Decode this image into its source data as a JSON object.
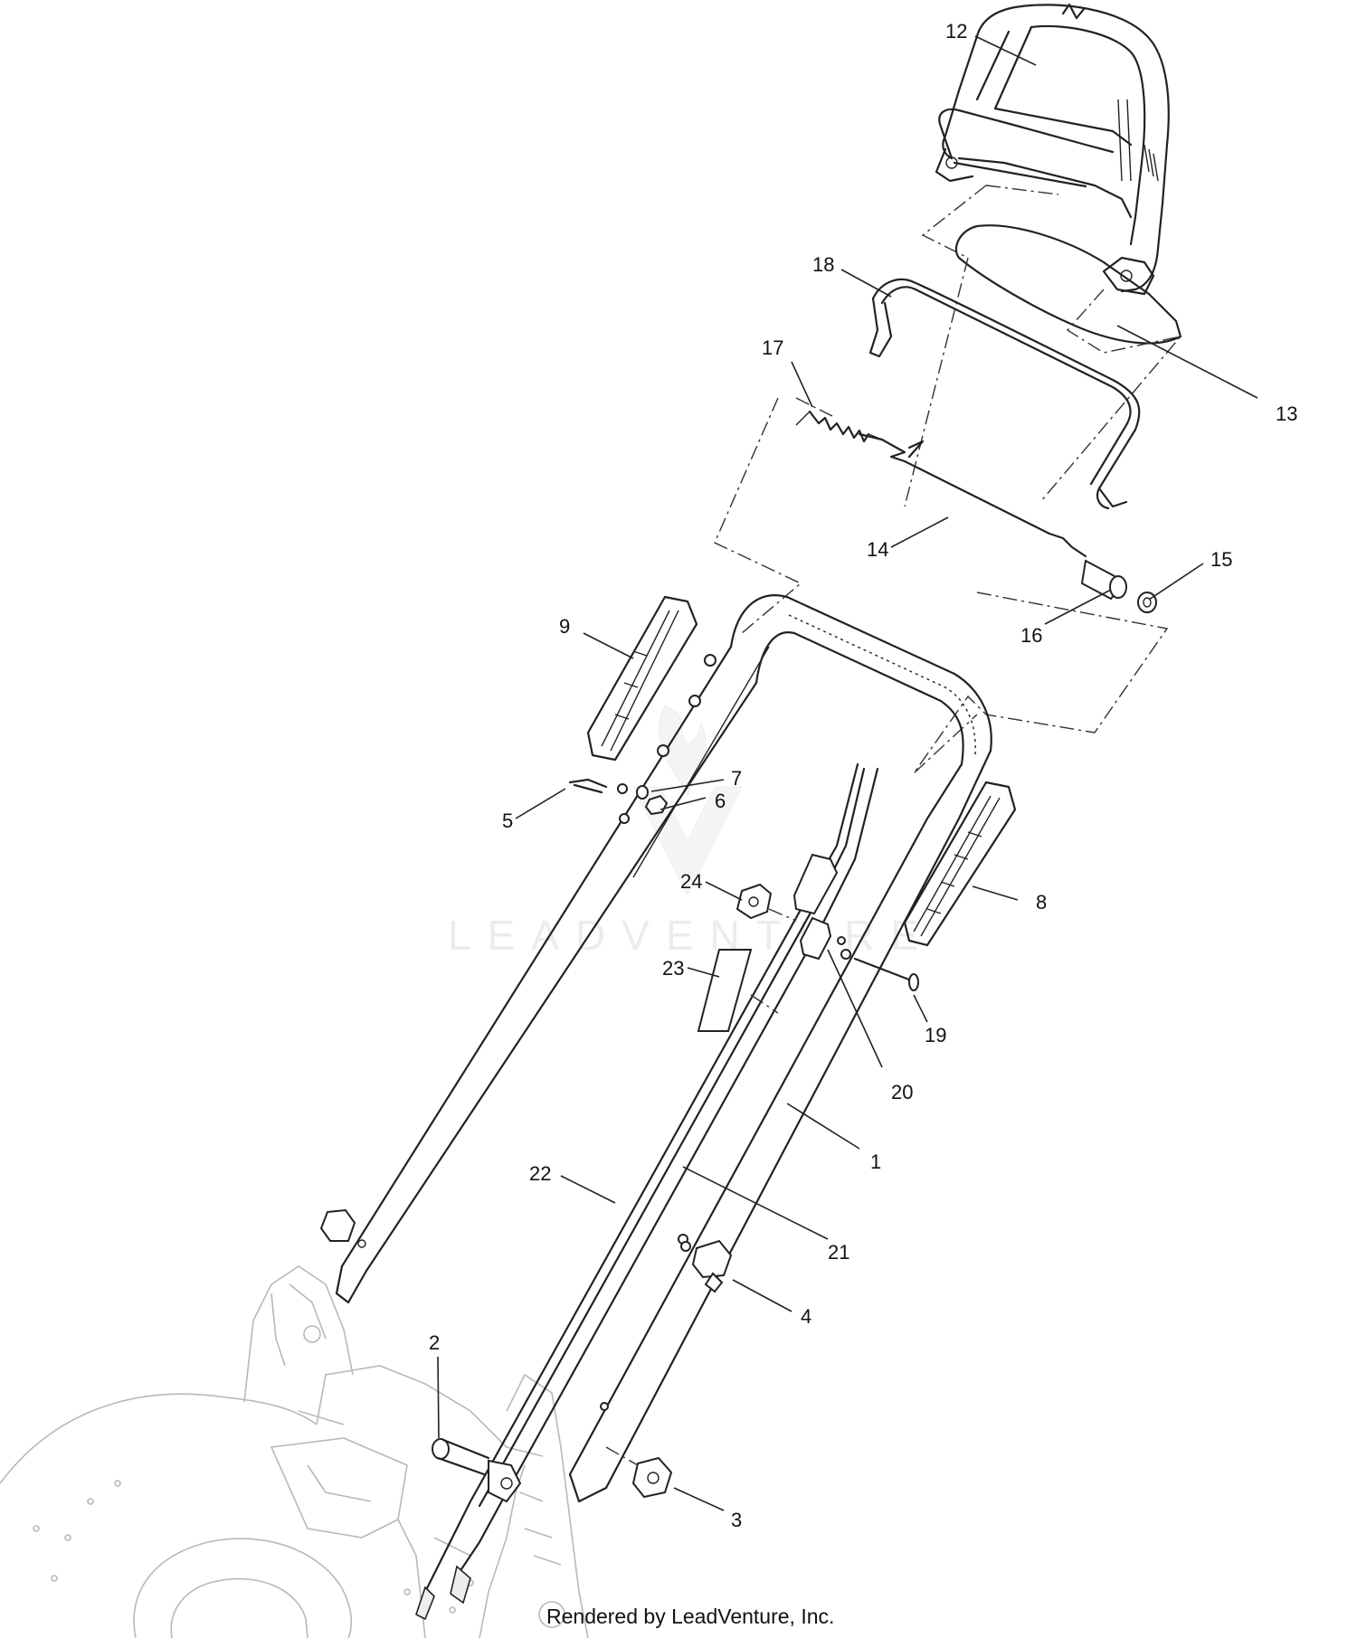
{
  "callouts": [
    {
      "id": "12",
      "text": "12"
    },
    {
      "id": "18",
      "text": "18"
    },
    {
      "id": "17",
      "text": "17"
    },
    {
      "id": "13",
      "text": "13"
    },
    {
      "id": "14",
      "text": "14"
    },
    {
      "id": "15",
      "text": "15"
    },
    {
      "id": "16",
      "text": "16"
    },
    {
      "id": "9",
      "text": "9"
    },
    {
      "id": "7",
      "text": "7"
    },
    {
      "id": "6",
      "text": "6"
    },
    {
      "id": "5",
      "text": "5"
    },
    {
      "id": "24",
      "text": "24"
    },
    {
      "id": "8",
      "text": "8"
    },
    {
      "id": "23",
      "text": "23"
    },
    {
      "id": "19",
      "text": "19"
    },
    {
      "id": "20",
      "text": "20"
    },
    {
      "id": "1",
      "text": "1"
    },
    {
      "id": "22",
      "text": "22"
    },
    {
      "id": "21",
      "text": "21"
    },
    {
      "id": "4",
      "text": "4"
    },
    {
      "id": "2",
      "text": "2"
    },
    {
      "id": "3",
      "text": "3"
    }
  ],
  "watermark": "LEADVENTURE",
  "footer": "Rendered by LeadVenture, Inc."
}
